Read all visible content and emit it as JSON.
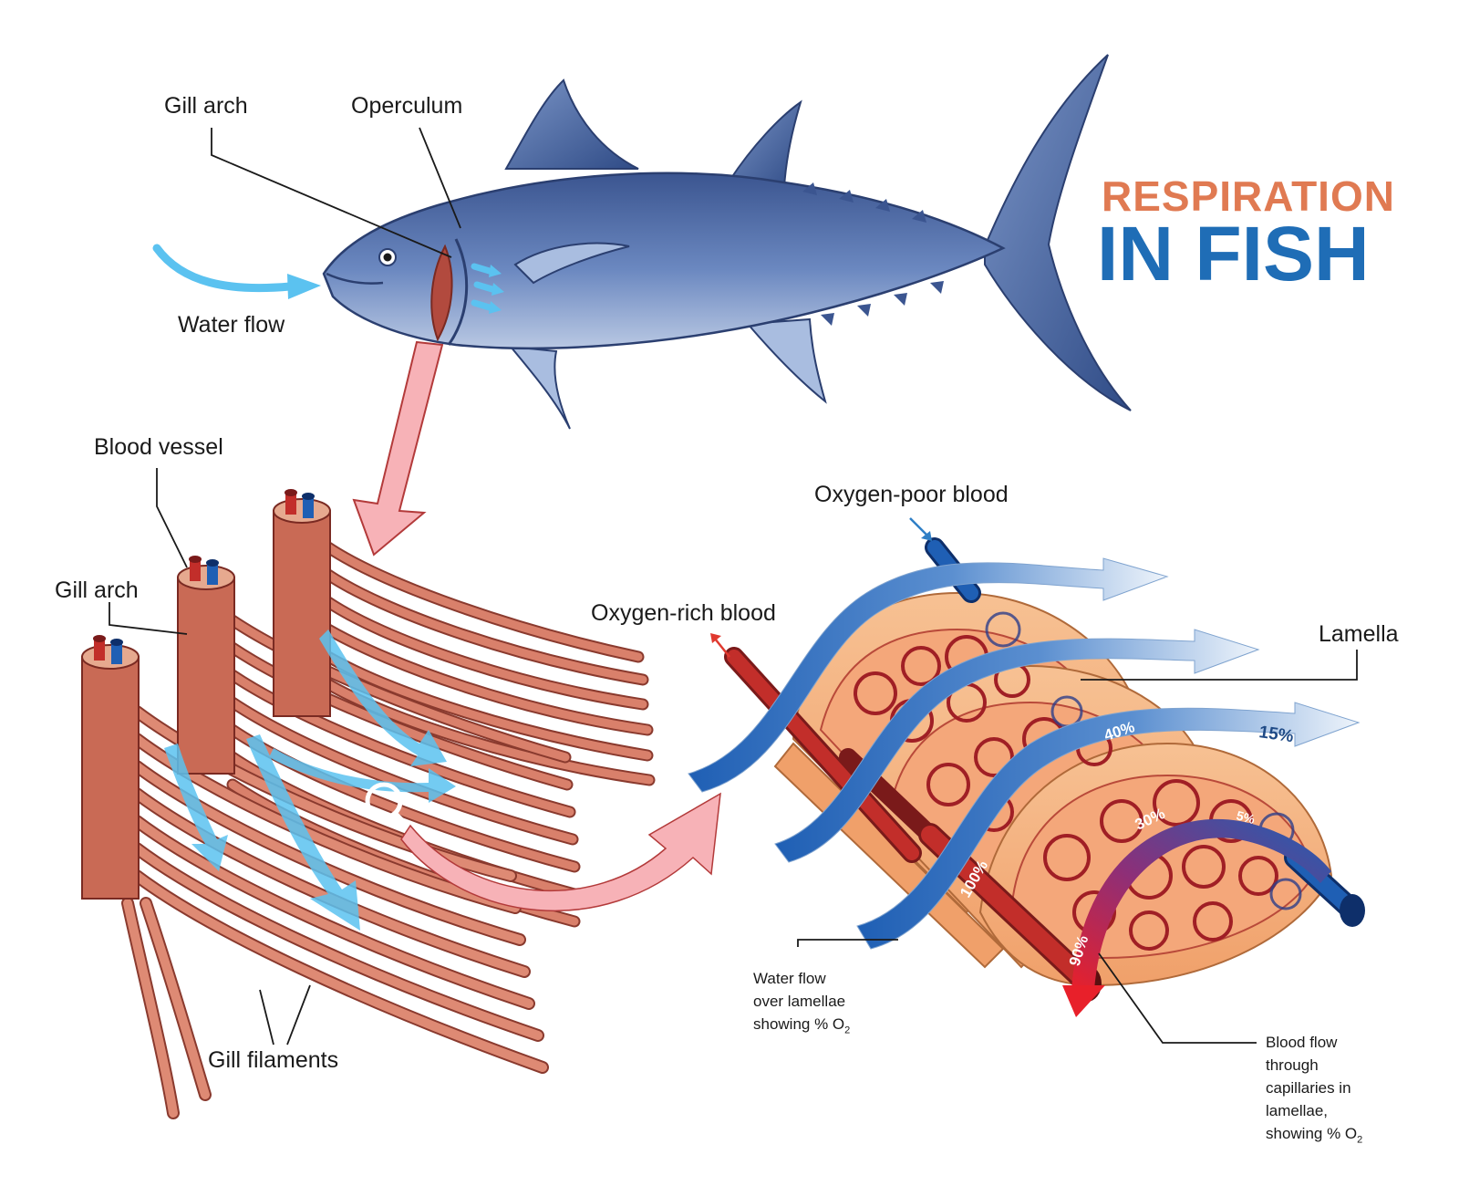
{
  "title": {
    "line1": "RESPIRATION",
    "line2": "IN FISH"
  },
  "labels": {
    "gill_arch_top": "Gill arch",
    "operculum": "Operculum",
    "water_flow": "Water flow",
    "blood_vessel": "Blood vessel",
    "gill_arch_left": "Gill arch",
    "gill_filaments": "Gill filaments",
    "oxygen_poor_blood": "Oxygen-poor blood",
    "oxygen_rich_blood": "Oxygen-rich blood",
    "lamella": "Lamella"
  },
  "notes": {
    "water_lines": [
      "Water flow",
      "over lamellae",
      "showing % O"
    ],
    "blood_lines": [
      "Blood flow",
      "through",
      "capillaries in",
      "lamellae,",
      "showing % O"
    ],
    "o2_sub": "2"
  },
  "water_percent": [
    "100%",
    "40%",
    "15%"
  ],
  "blood_percent": [
    "90%",
    "30%",
    "5%"
  ],
  "colors": {
    "title_orange": "#e07a52",
    "title_blue": "#1f6db6",
    "fish_body": "#5a77b0",
    "gill_red": "#c96a55",
    "water_arrow": "#5bc2f0",
    "pink_arrow": "#f7b2b7",
    "oxygen_rich": "#c22e2a",
    "oxygen_poor": "#1f5fb4"
  }
}
